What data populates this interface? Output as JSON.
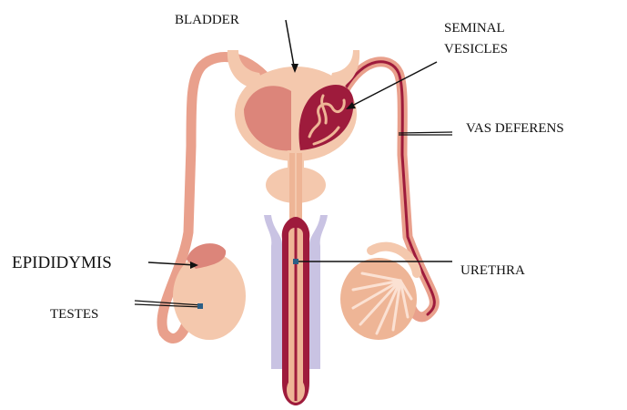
{
  "labels": {
    "bladder": "BLADDER",
    "seminal_line1": "SEMINAL",
    "seminal_line2": "VESICLES",
    "vas_deferens": "VAS  DEFERENS",
    "epididymis": "EPIDIDYMIS",
    "urethra": "URETHRA",
    "testes": "TESTES"
  },
  "colors": {
    "skin_light": "#f4c8ad",
    "skin_mid": "#eeb596",
    "pink_tube": "#e9a08c",
    "salmon_dark": "#dc857a",
    "maroon": "#9e1b3c",
    "lavender": "#c9c3e3",
    "pointer": "#111111",
    "marker": "#2b5f86"
  }
}
